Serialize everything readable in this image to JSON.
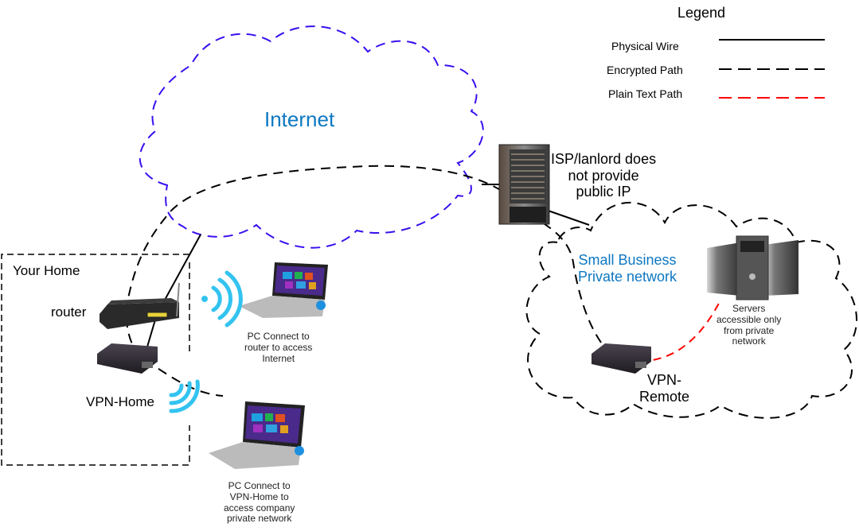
{
  "legend": {
    "title": "Legend",
    "items": [
      {
        "label": "Physical Wire",
        "style": "solid",
        "color": "#000000"
      },
      {
        "label": "Encrypted Path",
        "style": "dashed",
        "color": "#000000"
      },
      {
        "label": "Plain Text Path",
        "style": "dashed",
        "color": "#ff0000"
      }
    ]
  },
  "colors": {
    "internet_cloud": "#3a10ee",
    "label_blue": "#0d78c2",
    "wifi": "#33c3f0",
    "plain_text": "#ff0000"
  },
  "internet": {
    "label": "Internet"
  },
  "isp": {
    "label_lines": [
      "ISP/lanlord does",
      "not provide",
      "public IP"
    ]
  },
  "business": {
    "label_lines": [
      "Small Business",
      "Private network"
    ],
    "servers_label_lines": [
      "Servers",
      "accessible only",
      "from private",
      "network"
    ],
    "vpn_remote_lines": [
      "VPN-",
      "Remote"
    ]
  },
  "home": {
    "title": "Your Home",
    "router_label": "router",
    "vpn_home_label": "VPN-Home",
    "pc1_lines": [
      "PC Connect to",
      "router to access",
      "Internet"
    ],
    "pc2_lines": [
      "PC Connect to",
      "VPN-Home to",
      "access company",
      "private network"
    ]
  }
}
